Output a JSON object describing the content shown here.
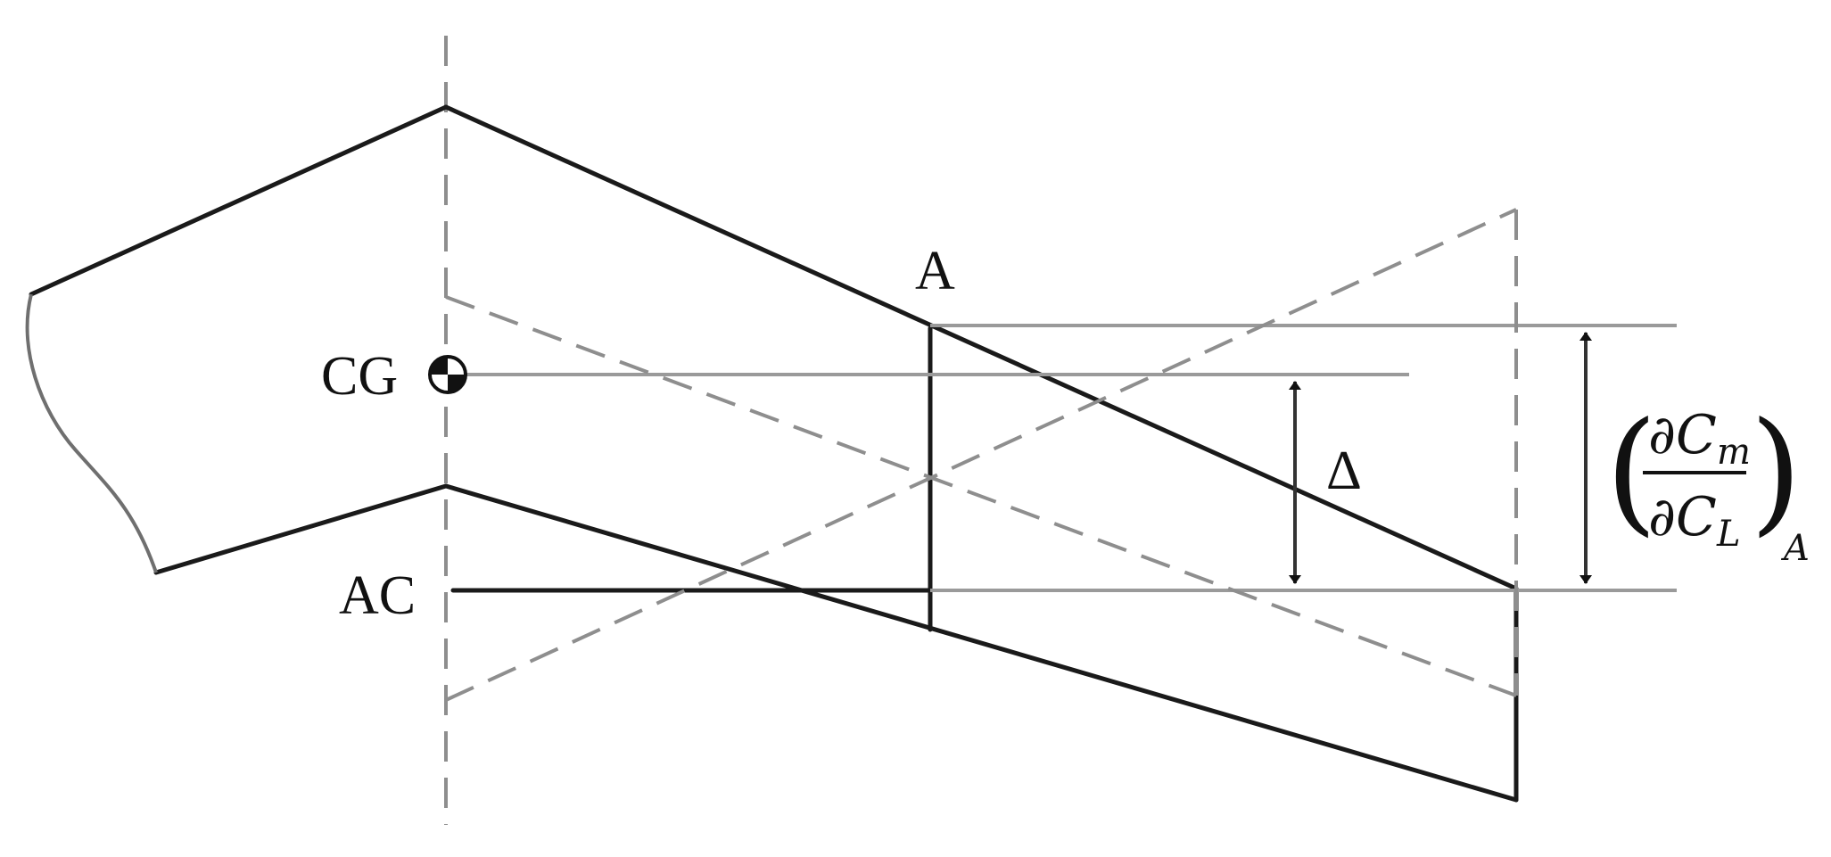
{
  "labels": {
    "point_a": "A",
    "cg": "CG",
    "ac": "AC",
    "delta": "Δ"
  },
  "formula": {
    "partial": "∂",
    "numerator_var": "C",
    "numerator_sub": "m",
    "denominator_var": "C",
    "denominator_sub": "L",
    "outer_sub": "A"
  },
  "colors": {
    "solid": "#1a1a1a",
    "construction": "#9a9a9a",
    "dashed": "#8e8e8e"
  }
}
